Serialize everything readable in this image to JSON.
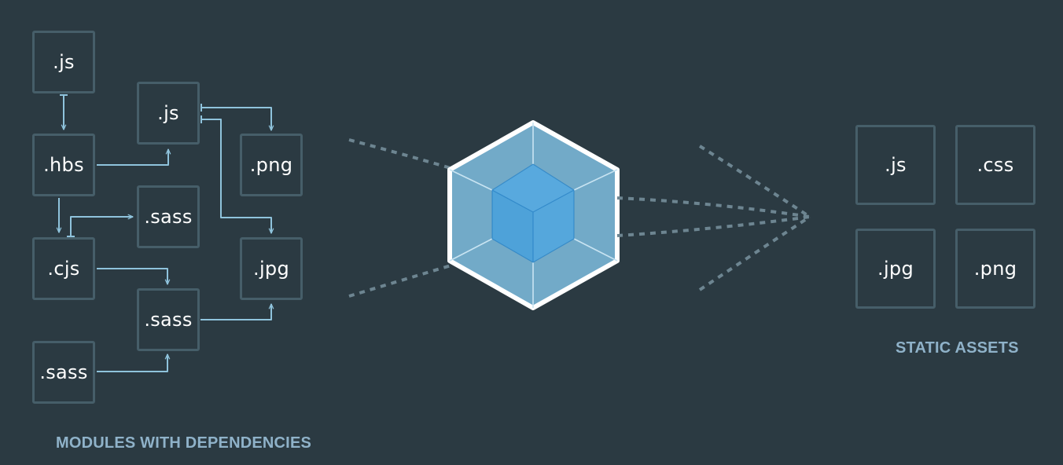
{
  "modules": {
    "caption": "MODULES WITH DEPENDENCIES",
    "items": [
      ".js",
      ".hbs",
      ".cjs",
      ".sass",
      ".js",
      ".sass",
      ".sass",
      ".png",
      ".jpg"
    ]
  },
  "assets": {
    "caption": "STATIC ASSETS",
    "items": [
      ".js",
      ".css",
      ".jpg",
      ".png"
    ]
  },
  "colors": {
    "background": "#2b3a42",
    "box_border": "#465e69",
    "connector": "#8fc3dc",
    "dotted_line": "#6d8591",
    "caption": "#8fb2c9",
    "cube_outer": "#8ed6fb",
    "cube_inner": "#1c78c0",
    "cube_outline": "#ffffff"
  },
  "center": {
    "icon": "cube-icon"
  }
}
